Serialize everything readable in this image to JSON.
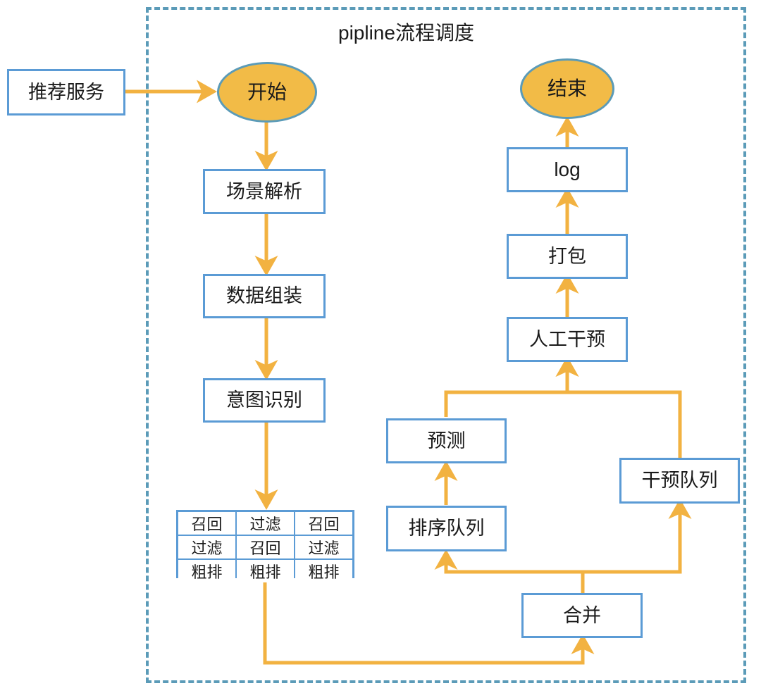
{
  "diagram": {
    "title": "pipline流程调度",
    "colors": {
      "box_stroke": "#5B9BD5",
      "ellipse_fill": "#F2BB47",
      "ellipse_stroke": "#5B9BB8",
      "arrow": "#F2B241",
      "dashed_border": "#5B9BB8",
      "text": "#1a1a1a",
      "background": "#ffffff"
    },
    "external_nodes": [
      {
        "id": "recommend-service",
        "label": "推荐服务",
        "shape": "rect"
      }
    ],
    "nodes": [
      {
        "id": "start",
        "label": "开始",
        "shape": "ellipse"
      },
      {
        "id": "scene-parse",
        "label": "场景解析",
        "shape": "rect"
      },
      {
        "id": "data-assemble",
        "label": "数据组装",
        "shape": "rect"
      },
      {
        "id": "intent-recognize",
        "label": "意图识别",
        "shape": "rect"
      },
      {
        "id": "sort-queue",
        "label": "排序队列",
        "shape": "rect"
      },
      {
        "id": "predict",
        "label": "预测",
        "shape": "rect"
      },
      {
        "id": "merge",
        "label": "合并",
        "shape": "rect"
      },
      {
        "id": "intervene-queue",
        "label": "干预队列",
        "shape": "rect"
      },
      {
        "id": "manual-intervene",
        "label": "人工干预",
        "shape": "rect"
      },
      {
        "id": "package",
        "label": "打包",
        "shape": "rect"
      },
      {
        "id": "log",
        "label": "log",
        "shape": "rect"
      },
      {
        "id": "end",
        "label": "结束",
        "shape": "ellipse"
      }
    ],
    "matrix": {
      "id": "recall-filter-rough-matrix",
      "rows": [
        [
          "召回",
          "过滤",
          "召回"
        ],
        [
          "过滤",
          "召回",
          "过滤"
        ],
        [
          "粗排",
          "粗排",
          "粗排"
        ]
      ]
    },
    "edges": [
      {
        "from": "recommend-service",
        "to": "start"
      },
      {
        "from": "start",
        "to": "scene-parse"
      },
      {
        "from": "scene-parse",
        "to": "data-assemble"
      },
      {
        "from": "data-assemble",
        "to": "intent-recognize"
      },
      {
        "from": "intent-recognize",
        "to": "recall-filter-rough-matrix"
      },
      {
        "from": "recall-filter-rough-matrix",
        "to": "merge"
      },
      {
        "from": "merge",
        "to": "sort-queue"
      },
      {
        "from": "merge",
        "to": "intervene-queue"
      },
      {
        "from": "sort-queue",
        "to": "predict"
      },
      {
        "from": "predict",
        "to": "manual-intervene"
      },
      {
        "from": "intervene-queue",
        "to": "manual-intervene"
      },
      {
        "from": "manual-intervene",
        "to": "package"
      },
      {
        "from": "package",
        "to": "log"
      },
      {
        "from": "log",
        "to": "end"
      }
    ]
  }
}
